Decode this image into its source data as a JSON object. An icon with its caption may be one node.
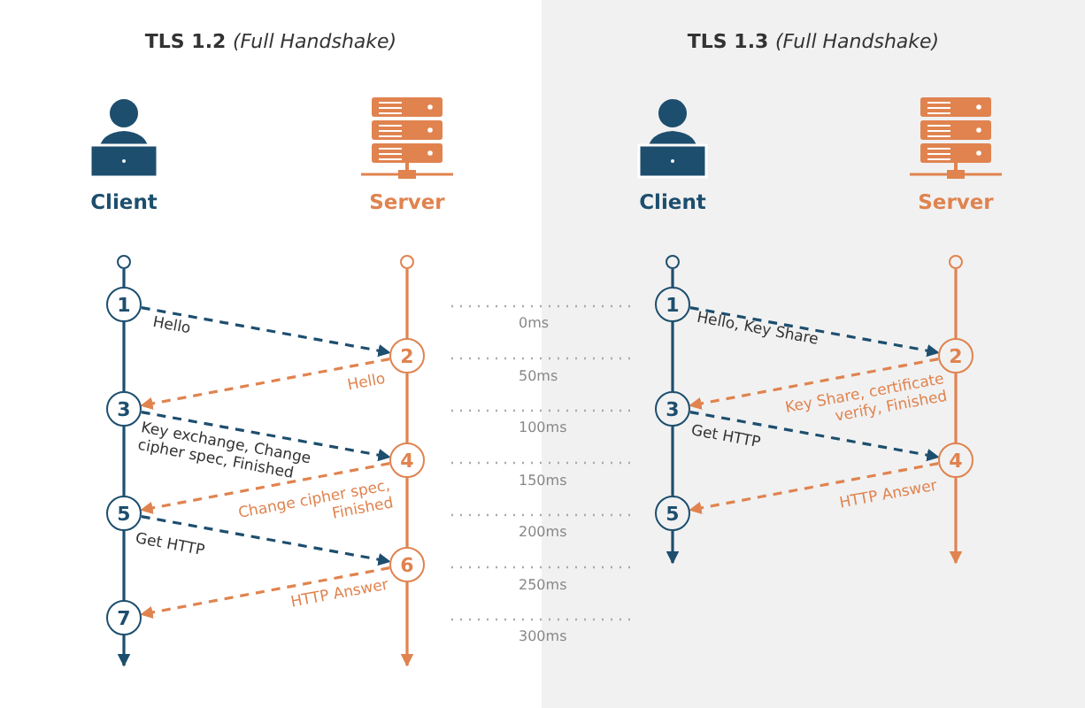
{
  "diagram": {
    "nodes": [
      {
        "text": [
          "TLS 1.2 *(Full Handshake)*"
        ]
      },
      {
        "text": [
          "Client"
        ],
        "in": 0
      },
      {
        "text": [
          "Server"
        ],
        "in": 0
      },
      {
        "text": [],
        "shape": "circle",
        "in": 0
      },
      {
        "text": [],
        "shape": "circle",
        "in": 0
      },
      {
        "text": [
          "1"
        ],
        "in": 0
      },
      {
        "text": [
          "2"
        ],
        "in": 0
      },
      {
        "text": [
          "3"
        ],
        "in": 0
      },
      {
        "text": [
          "4"
        ],
        "in": 0
      },
      {
        "text": [
          "5"
        ],
        "in": 0
      },
      {
        "text": [
          "6"
        ],
        "in": 0
      },
      {
        "text": [
          "7"
        ],
        "in": 0
      },
      {
        "text": [
          "TLS 1.3 *(Full Handshake)*"
        ]
      },
      {
        "text": [
          "Client"
        ],
        "in": 12
      },
      {
        "text": [
          "Server"
        ],
        "in": 12
      },
      {
        "text": [],
        "shape": "circle",
        "in": 12
      },
      {
        "text": [],
        "shape": "circle",
        "in": 12
      },
      {
        "text": [
          "1"
        ],
        "in": 12
      },
      {
        "text": [
          "2"
        ],
        "in": 12
      },
      {
        "text": [
          "3"
        ],
        "in": 12
      },
      {
        "text": [
          "4"
        ],
        "in": 12
      },
      {
        "text": [
          "5"
        ],
        "in": 12
      }
    ],
    "edges": [
      {
        "from": 3,
        "to": 5,
        "arrow": "none"
      },
      {
        "from": 5,
        "to": 7,
        "arrow": "none"
      },
      {
        "from": 7,
        "to": 9,
        "arrow": "none"
      },
      {
        "from": 9,
        "to": 11,
        "arrow": "none"
      },
      {
        "from": 11,
        "to": null,
        "arrow": "to"
      },
      {
        "from": 4,
        "to": 6,
        "arrow": "none",
        "color": "#e0834f"
      },
      {
        "from": 6,
        "to": 8,
        "arrow": "none",
        "color": "#e0834f"
      },
      {
        "from": 8,
        "to": 10,
        "arrow": "none",
        "color": "#e0834f"
      },
      {
        "from": 10,
        "to": null,
        "arrow": "to",
        "color": "#e0834f"
      },
      {
        "from": 5,
        "to": 6,
        "arrow": "to",
        "style": "dashed",
        "label": "Hello"
      },
      {
        "from": 6,
        "to": 7,
        "arrow": "to",
        "style": "dashed",
        "color": "#e0834f",
        "label": "Hello"
      },
      {
        "from": 7,
        "to": 8,
        "arrow": "to",
        "style": "dashed",
        "label": "Key exchange, Change cipher spec, Finished"
      },
      {
        "from": 8,
        "to": 9,
        "arrow": "to",
        "style": "dashed",
        "color": "#e0834f",
        "label": "Change cipher spec, Finished"
      },
      {
        "from": 9,
        "to": 10,
        "arrow": "to",
        "style": "dashed",
        "label": "Get HTTP"
      },
      {
        "from": 10,
        "to": 11,
        "arrow": "to",
        "style": "dashed",
        "color": "#e0834f",
        "label": "HTTP Answer"
      },
      {
        "from": 15,
        "to": 17,
        "arrow": "none"
      },
      {
        "from": 17,
        "to": 19,
        "arrow": "none"
      },
      {
        "from": 19,
        "to": 21,
        "arrow": "none"
      },
      {
        "from": 21,
        "to": null,
        "arrow": "to"
      },
      {
        "from": 16,
        "to": 18,
        "arrow": "none",
        "color": "#e0834f"
      },
      {
        "from": 18,
        "to": 20,
        "arrow": "none",
        "color": "#e0834f"
      },
      {
        "from": 20,
        "to": null,
        "arrow": "to",
        "color": "#e0834f"
      },
      {
        "from": 17,
        "to": 18,
        "arrow": "to",
        "style": "dashed",
        "label": "Hello, Key Share"
      },
      {
        "from": 18,
        "to": 19,
        "arrow": "to",
        "style": "dashed",
        "color": "#e0834f",
        "label": "Key Share, certificate verify, Finished"
      },
      {
        "from": 19,
        "to": 20,
        "arrow": "to",
        "style": "dashed",
        "label": "Get HTTP"
      },
      {
        "from": 20,
        "to": 21,
        "arrow": "to",
        "style": "dashed",
        "color": "#e0834f",
        "label": "HTTP Answer"
      }
    ],
    "labels": [
      "0ms",
      "50ms",
      "100ms",
      "150ms",
      "200ms",
      "250ms",
      "300ms"
    ]
  }
}
